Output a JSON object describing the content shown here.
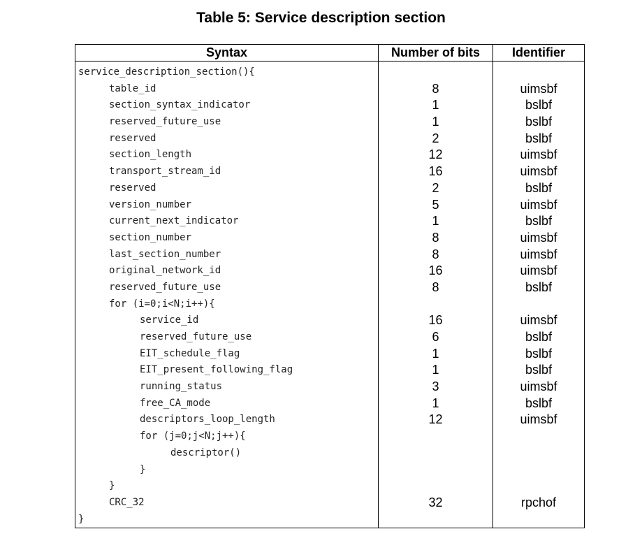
{
  "title": "Table 5: Service description section",
  "headers": {
    "syntax": "Syntax",
    "bits": "Number of bits",
    "identifier": "Identifier"
  },
  "rows": [
    {
      "syntax": "service_description_section(){",
      "bits": "",
      "identifier": "",
      "indent": 0
    },
    {
      "syntax": "table_id",
      "bits": "8",
      "identifier": "uimsbf",
      "indent": 1
    },
    {
      "syntax": "section_syntax_indicator",
      "bits": "1",
      "identifier": "bslbf",
      "indent": 1
    },
    {
      "syntax": "reserved_future_use",
      "bits": "1",
      "identifier": "bslbf",
      "indent": 1
    },
    {
      "syntax": "reserved",
      "bits": "2",
      "identifier": "bslbf",
      "indent": 1
    },
    {
      "syntax": "section_length",
      "bits": "12",
      "identifier": "uimsbf",
      "indent": 1
    },
    {
      "syntax": "transport_stream_id",
      "bits": "16",
      "identifier": "uimsbf",
      "indent": 1
    },
    {
      "syntax": "reserved",
      "bits": "2",
      "identifier": "bslbf",
      "indent": 1
    },
    {
      "syntax": "version_number",
      "bits": "5",
      "identifier": "uimsbf",
      "indent": 1
    },
    {
      "syntax": "current_next_indicator",
      "bits": "1",
      "identifier": "bslbf",
      "indent": 1
    },
    {
      "syntax": "section_number",
      "bits": "8",
      "identifier": "uimsbf",
      "indent": 1
    },
    {
      "syntax": "last_section_number",
      "bits": "8",
      "identifier": "uimsbf",
      "indent": 1
    },
    {
      "syntax": "original_network_id",
      "bits": "16",
      "identifier": "uimsbf",
      "indent": 1
    },
    {
      "syntax": "reserved_future_use",
      "bits": "8",
      "identifier": "bslbf",
      "indent": 1
    },
    {
      "syntax": "for (i=0;i<N;i++){",
      "bits": "",
      "identifier": "",
      "indent": 1
    },
    {
      "syntax": "service_id",
      "bits": "16",
      "identifier": "uimsbf",
      "indent": 2
    },
    {
      "syntax": "reserved_future_use",
      "bits": "6",
      "identifier": "bslbf",
      "indent": 2
    },
    {
      "syntax": "EIT_schedule_flag",
      "bits": "1",
      "identifier": "bslbf",
      "indent": 2
    },
    {
      "syntax": "EIT_present_following_flag",
      "bits": "1",
      "identifier": "bslbf",
      "indent": 2
    },
    {
      "syntax": "running_status",
      "bits": "3",
      "identifier": "uimsbf",
      "indent": 2
    },
    {
      "syntax": "free_CA_mode",
      "bits": "1",
      "identifier": "bslbf",
      "indent": 2
    },
    {
      "syntax": "descriptors_loop_length",
      "bits": "12",
      "identifier": "uimsbf",
      "indent": 2
    },
    {
      "syntax": "for (j=0;j<N;j++){",
      "bits": "",
      "identifier": "",
      "indent": 2
    },
    {
      "syntax": "descriptor()",
      "bits": "",
      "identifier": "",
      "indent": 3
    },
    {
      "syntax": "}",
      "bits": "",
      "identifier": "",
      "indent": 2
    },
    {
      "syntax": "}",
      "bits": "",
      "identifier": "",
      "indent": 1
    },
    {
      "syntax": "CRC_32",
      "bits": "32",
      "identifier": "rpchof",
      "indent": 1
    },
    {
      "syntax": "}",
      "bits": "",
      "identifier": "",
      "indent": 0
    }
  ]
}
